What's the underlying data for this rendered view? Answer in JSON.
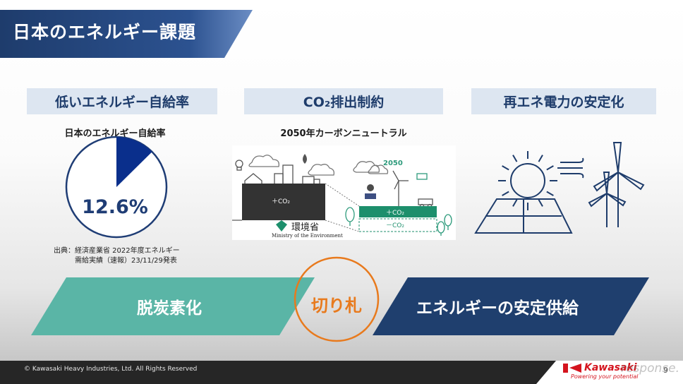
{
  "slide": {
    "title": "日本のエネルギー課題",
    "colors": {
      "navy": "#1f3f6e",
      "teal": "#5ab5a6",
      "orange": "#e87a1d",
      "tab_bg": "#dde6f1",
      "brand_red": "#d4141e"
    }
  },
  "sections": [
    {
      "id": "self-sufficiency",
      "label": "低いエネルギー自給率"
    },
    {
      "id": "co2",
      "label": "CO₂排出制約"
    },
    {
      "id": "renewables",
      "label": "再エネ電力の安定化"
    }
  ],
  "self_sufficiency": {
    "chart_title": "日本のエネルギー自給率",
    "percent_label": "12.6%",
    "source_line1": "出典：経済産業省 2022年度エネルギー",
    "source_line2": "需給実績（速報）23/11/29発表"
  },
  "chart_data": {
    "type": "pie",
    "title": "日本のエネルギー自給率",
    "slices": [
      {
        "label": "12.6%",
        "value": 12.6,
        "color": "#0a2f8c"
      }
    ],
    "total": 100
  },
  "co2": {
    "heading": "2050年カーボンニュートラル",
    "year_label": "2050",
    "plus_co2_left": "＋CO₂",
    "plus_co2_right": "＋CO₂",
    "minus_co2": "－CO₂",
    "ministry_jp": "環境省",
    "ministry_en": "Ministry of the Environment"
  },
  "icons": {
    "sun": "sun-icon",
    "wind": "wind-icon",
    "turbines": "wind-turbine-icon",
    "solar": "solar-panel-icon"
  },
  "bottom": {
    "left_label": "脱炭素化",
    "center_label": "切り札",
    "right_label": "エネルギーの安定供給"
  },
  "footer": {
    "copyright": "© Kawasaki Heavy Industries, Ltd. All Rights Reserved",
    "brand": "Kawasaki",
    "tagline": "Powering your potential",
    "page_number": "9",
    "watermark": "response."
  }
}
